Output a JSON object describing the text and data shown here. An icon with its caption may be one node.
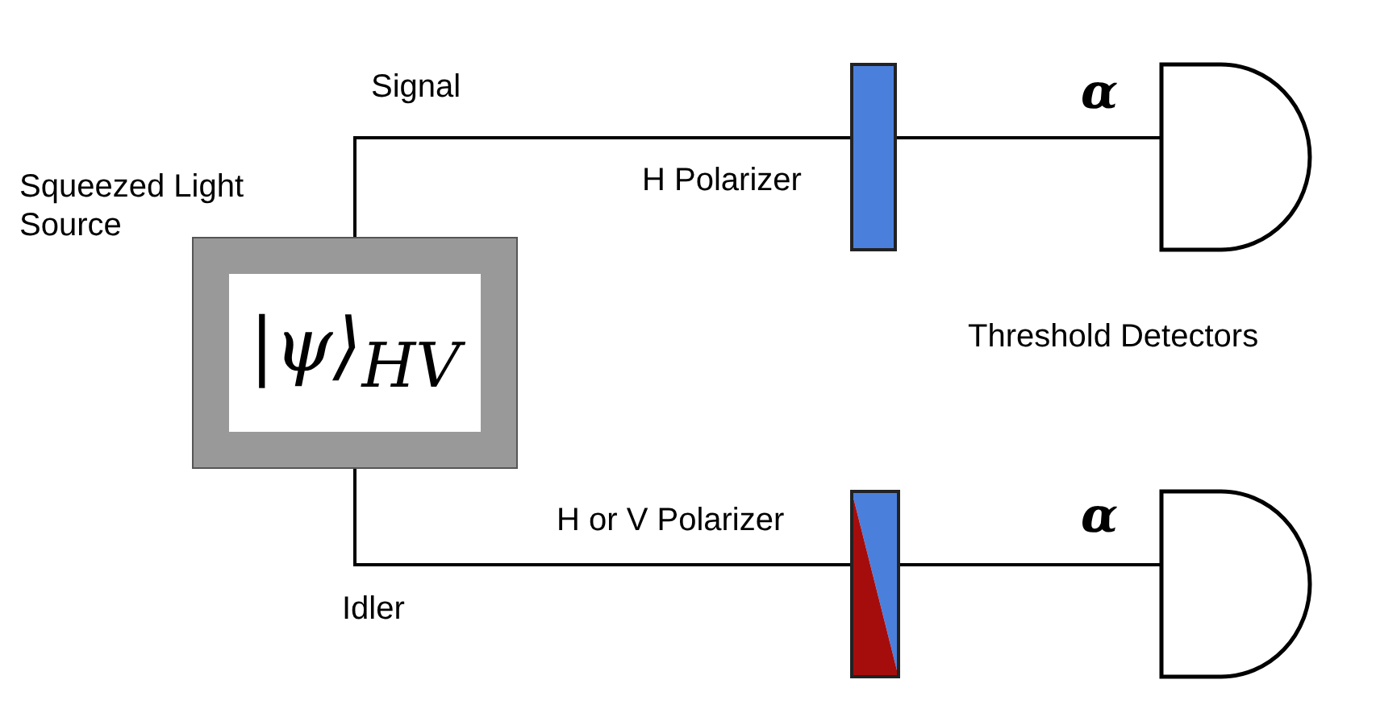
{
  "diagram": {
    "nodes": [
      {
        "text": [
          "Squeezed Light Source",
          "|ψ⟩$_{HV}$"
        ]
      },
      {
        "text": [
          "H Polarizer"
        ]
      },
      {
        "text": [],
        "shape": "detector"
      },
      {
        "text": [
          "H or V Polarizer"
        ]
      },
      {
        "text": [],
        "shape": "detector"
      }
    ],
    "edges": [
      {
        "from": 0,
        "to": 1,
        "arrow": "none",
        "label": "Signal"
      },
      {
        "from": 1,
        "to": 2,
        "arrow": "none",
        "label": "α"
      },
      {
        "from": 0,
        "to": 3,
        "arrow": "none",
        "label": "Idler"
      },
      {
        "from": 3,
        "to": 4,
        "arrow": "none",
        "label": "α"
      }
    ],
    "labels": [
      "Threshold Detectors"
    ]
  }
}
